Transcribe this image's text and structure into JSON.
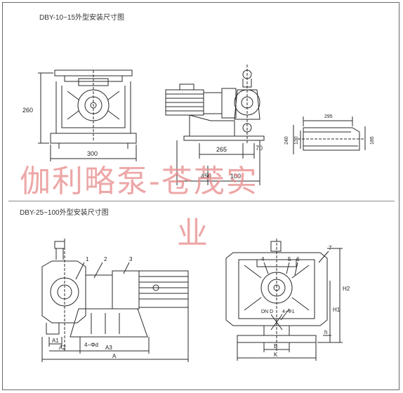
{
  "header": {
    "top_caption": "DBY-10~15外型安装尺寸图",
    "bottom_caption": "DBY-25~100外型安装尺寸图"
  },
  "watermark": {
    "line1": "伽利略泵-苍茂实",
    "line2": "业"
  },
  "top_dims": {
    "d260": "260",
    "d300": "300",
    "d265": "265",
    "d70": "70",
    "d450": "450",
    "d100": "100",
    "d295": "295",
    "d240": "240",
    "d130": "130",
    "d185": "185"
  },
  "bottom_labels": {
    "c1": "1",
    "c2": "2",
    "c3": "3",
    "c4": "4",
    "c5": "5",
    "c6": "6",
    "c7": "7",
    "a1": "A1",
    "a2": "A2",
    "a3": "A3",
    "a": "A",
    "phid": "4−Φd",
    "dn": "DN D",
    "phi1": "4−Φ1",
    "b": "B",
    "k": "K",
    "h1": "H1",
    "h2": "H2",
    "h": "h"
  },
  "colors": {
    "line": "#2a2a2a",
    "watermark": "#e88a8a",
    "frame": "#6a6a6a"
  }
}
